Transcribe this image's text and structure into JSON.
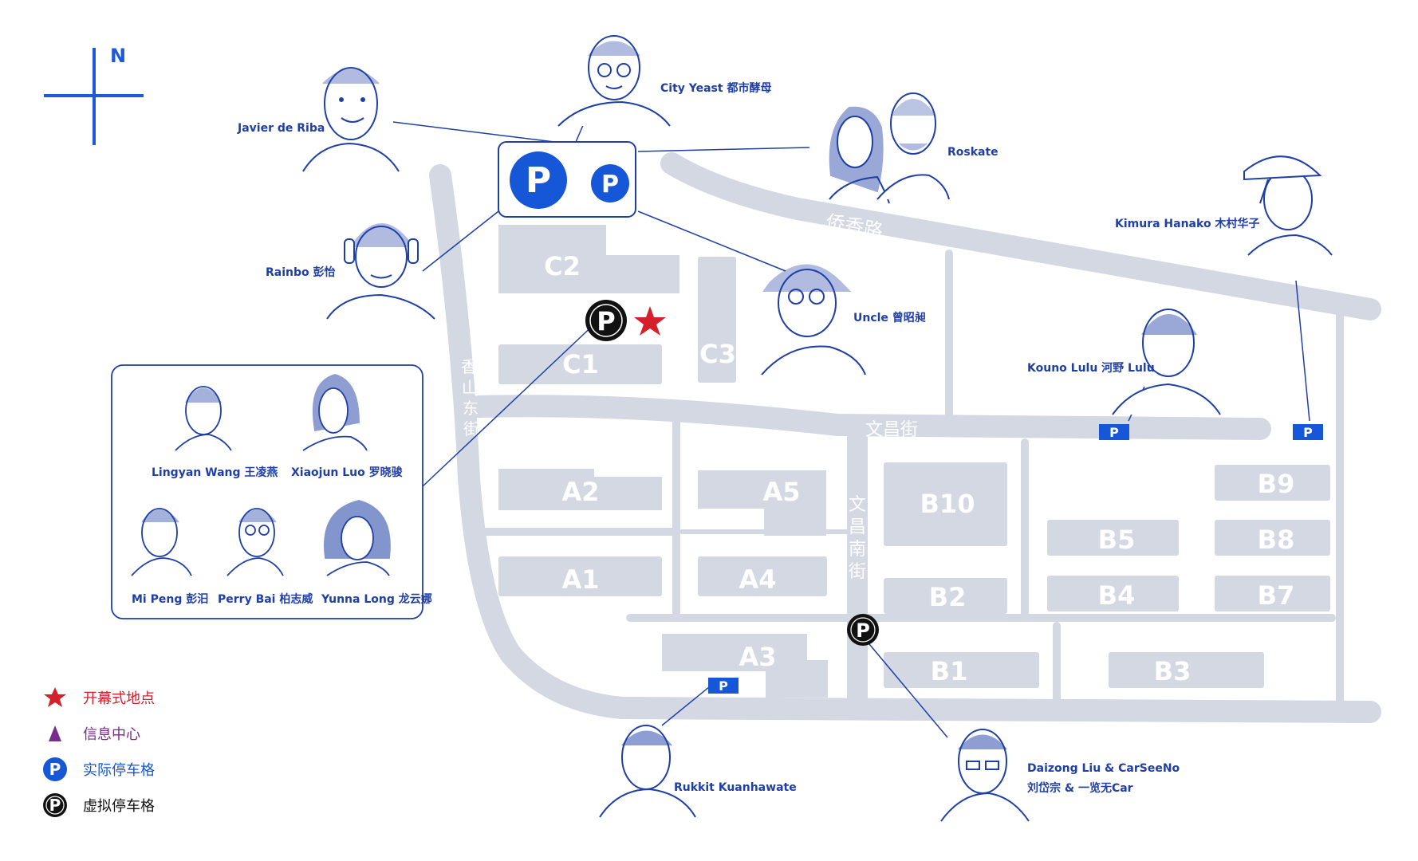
{
  "compass": {
    "north_label": "N"
  },
  "streets": {
    "qiaoxiang": "侨香路",
    "xiangshan_dong": [
      "香",
      "山",
      "东",
      "街"
    ],
    "wenchang": "文昌街",
    "wenchang_nan": [
      "文",
      "昌",
      "南",
      "街"
    ]
  },
  "blocks": {
    "C2": "C2",
    "C1": "C1",
    "C3": "C3",
    "A2": "A2",
    "A1": "A1",
    "A5": "A5",
    "A4": "A4",
    "A3": "A3",
    "B10": "B10",
    "B2": "B2",
    "B1": "B1",
    "B3": "B3",
    "B5": "B5",
    "B4": "B4",
    "B9": "B9",
    "B8": "B8",
    "B7": "B7"
  },
  "parking": {
    "symbol": "P"
  },
  "artists": {
    "javier": "Javier de Riba",
    "cityyeast": "City Yeast 都市酵母",
    "roskate": "Roskate",
    "kimura": "Kimura Hanako 木村华子",
    "rainbo": "Rainbo 彭怡",
    "uncle": "Uncle 曾昭昶",
    "kouno": "Kouno Lulu  河野 Lulu",
    "lingyan": "Lingyan Wang 王凌燕",
    "xiaojun": "Xiaojun Luo 罗晓骏",
    "mipeng": "Mi Peng 彭汨",
    "perry": "Perry Bai 柏志威",
    "yunna": "Yunna Long 龙云娜",
    "rukkit": "Rukkit Kuanhawate",
    "daizong_1": "Daizong Liu & CarSeeNo",
    "daizong_2": "刘岱宗 & 一览无Car"
  },
  "legend": [
    {
      "icon": "star-icon",
      "label": "开幕式地点",
      "color": "#d4202a"
    },
    {
      "icon": "triangle-icon",
      "label": "信息中心",
      "color": "#7a2b8e"
    },
    {
      "icon": "real-parking-icon",
      "label": "实际停车格",
      "color": "#1557d6"
    },
    {
      "icon": "virtual-parking-icon",
      "label": "虚拟停车格",
      "color": "#111111"
    }
  ],
  "colors": {
    "road": "#d3d8e3",
    "block": "#d3d8e3",
    "block_text": "#ffffff",
    "street_text": "#ffffff",
    "line": "#1f3fa6",
    "real_parking": "#1557d6",
    "virtual_parking": "#111111",
    "star": "#d4202a"
  }
}
